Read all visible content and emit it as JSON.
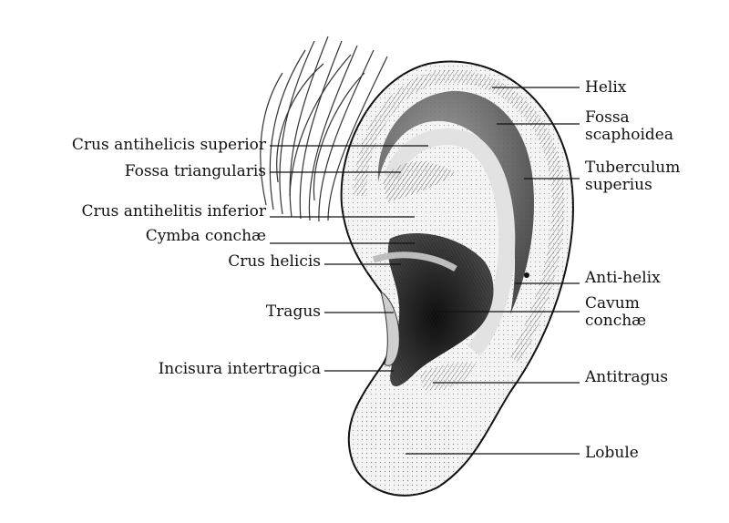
{
  "labels_left": [
    {
      "id": "crus-antihelicis-superior",
      "text": "Crus antihelicis superior"
    },
    {
      "id": "fossa-triangularis",
      "text": "Fossa triangularis"
    },
    {
      "id": "crus-antihelitis-inferior",
      "text": "Crus antihelitis inferior"
    },
    {
      "id": "cymba-conchae",
      "text": "Cymba conchæ"
    },
    {
      "id": "crus-helicis",
      "text": "Crus helicis"
    },
    {
      "id": "tragus",
      "text": "Tragus"
    },
    {
      "id": "incisura-intertragica",
      "text": "Incisura intertragica"
    }
  ],
  "labels_right": [
    {
      "id": "helix",
      "lines": [
        "Helix"
      ]
    },
    {
      "id": "fossa-scaphoidea",
      "lines": [
        "Fossa",
        "scaphoidea"
      ]
    },
    {
      "id": "tuberculum-superius",
      "lines": [
        "Tuberculum",
        "superius"
      ]
    },
    {
      "id": "anti-helix",
      "lines": [
        "Anti-helix"
      ]
    },
    {
      "id": "cavum-conchae",
      "lines": [
        "Cavum",
        "conchæ"
      ]
    },
    {
      "id": "antitragus",
      "lines": [
        "Antitragus"
      ]
    },
    {
      "id": "lobule",
      "lines": [
        "Lobule"
      ]
    }
  ],
  "colors": {
    "ink": "#111111",
    "paper": "#ffffff",
    "shade_mid": "#9a9a9a",
    "shade_dark": "#2a2a2a"
  }
}
